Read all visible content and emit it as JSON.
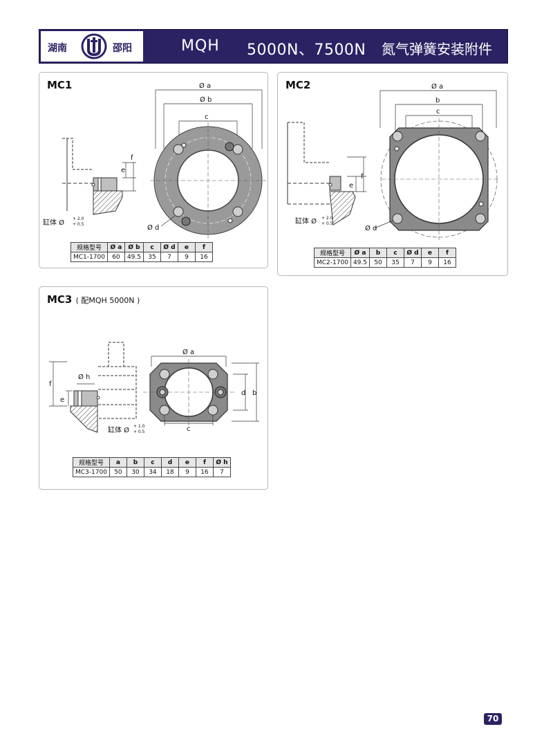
{
  "header": {
    "logo_left": "湖南",
    "logo_right": "邵阳",
    "model": "MQH",
    "force": "5000N、7500N",
    "title": "氮气弹簧安装附件"
  },
  "mc1": {
    "title": "MC1",
    "labels": {
      "a": "Ø a",
      "b": "Ø b",
      "c": "c",
      "d": "Ø d",
      "e": "e",
      "f": "f",
      "bore": "缸体 Ø",
      "tol_up": "+ 2.0",
      "tol_down": "+ 0.5"
    },
    "table": {
      "headers": [
        "规格型号",
        "Ø a",
        "Ø b",
        "c",
        "Ø d",
        "e",
        "f"
      ],
      "rows": [
        [
          "MC1-1700",
          "60",
          "49.5",
          "35",
          "7",
          "9",
          "16"
        ]
      ]
    }
  },
  "mc2": {
    "title": "MC2",
    "labels": {
      "a": "Ø a",
      "b": "b",
      "c": "c",
      "d": "Ø d",
      "e": "e",
      "f": "f",
      "bore": "缸体 Ø",
      "tol_up": "+ 2.0",
      "tol_down": "+ 0.5"
    },
    "table": {
      "headers": [
        "规格型号",
        "Ø a",
        "b",
        "c",
        "Ø d",
        "e",
        "f"
      ],
      "rows": [
        [
          "MC2-1700",
          "49.5",
          "50",
          "35",
          "7",
          "9",
          "16"
        ]
      ]
    }
  },
  "mc3": {
    "title": "MC3",
    "note": "( 配MQH  5000N )",
    "labels": {
      "a": "Ø a",
      "b": "b",
      "c": "c",
      "d": "d",
      "e": "e",
      "f": "f",
      "h": "Ø h",
      "bore": "缸体 Ø",
      "tol_up": "+ 1.0",
      "tol_down": "+ 0.5"
    },
    "table": {
      "headers": [
        "规格型号",
        "a",
        "b",
        "c",
        "d",
        "e",
        "f",
        "Ø h"
      ],
      "rows": [
        [
          "MC3-1700",
          "50",
          "30",
          "34",
          "18",
          "9",
          "16",
          "7"
        ]
      ]
    }
  },
  "page_number": "70",
  "colors": {
    "header_bg": "#2b2264",
    "plate_fill": "#8a8a8a",
    "table_head": "#e6e6e6"
  }
}
